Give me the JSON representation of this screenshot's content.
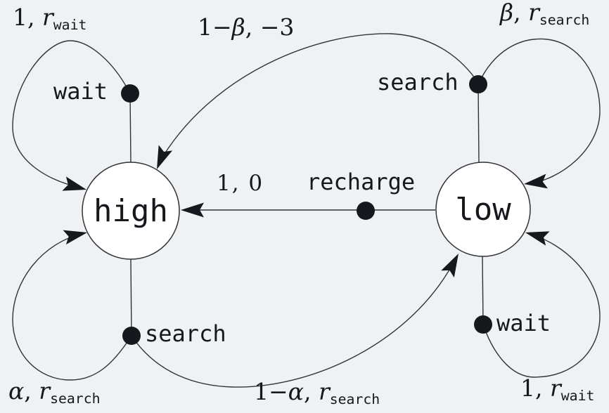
{
  "colors": {
    "background": "#eff1f2",
    "ink": "#16181d",
    "line": "#2f333a",
    "node_fill": "#ffffff"
  },
  "states": {
    "high": {
      "label": "high"
    },
    "low": {
      "label": "low"
    }
  },
  "action_labels": {
    "wait_high": "wait",
    "search_high": "search",
    "search_low": "search",
    "wait_low": "wait",
    "recharge": "recharge"
  },
  "edge_labels": {
    "wait_high_loop": {
      "pre": "1, ",
      "var": "r",
      "sub": "wait"
    },
    "beta_cross": {
      "pre": "1−",
      "greek": "β",
      "post": ", −3"
    },
    "beta_loop": {
      "greek": "β",
      "mid": ", ",
      "var": "r",
      "sub": "search"
    },
    "recharge": {
      "text": "1, 0"
    },
    "alpha_loop": {
      "greek": "α",
      "mid": ", ",
      "var": "r",
      "sub": "search"
    },
    "alpha_cross": {
      "pre": "1−",
      "greek": "α",
      "mid": ", ",
      "var": "r",
      "sub": "search"
    },
    "wait_low_loop": {
      "pre": "1, ",
      "var": "r",
      "sub": "wait"
    }
  }
}
